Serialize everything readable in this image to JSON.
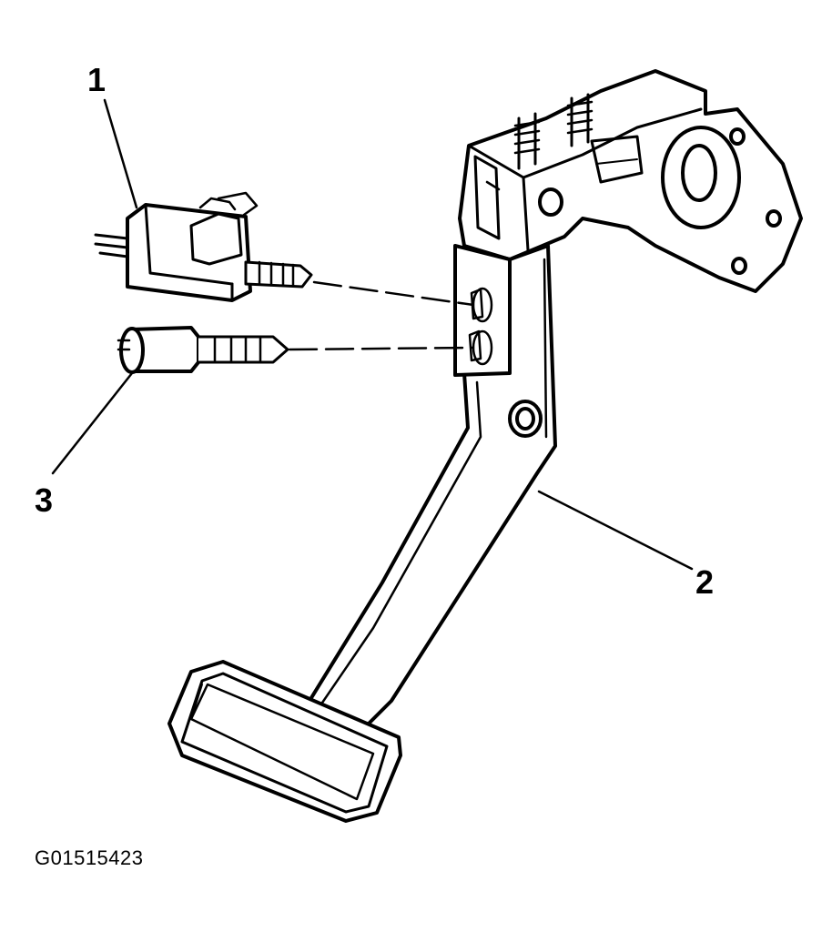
{
  "callouts": {
    "c1": "1",
    "c2": "2",
    "c3": "3"
  },
  "figure_id": "G01515423",
  "colors": {
    "line": "#000000",
    "fill": "#ffffff"
  }
}
